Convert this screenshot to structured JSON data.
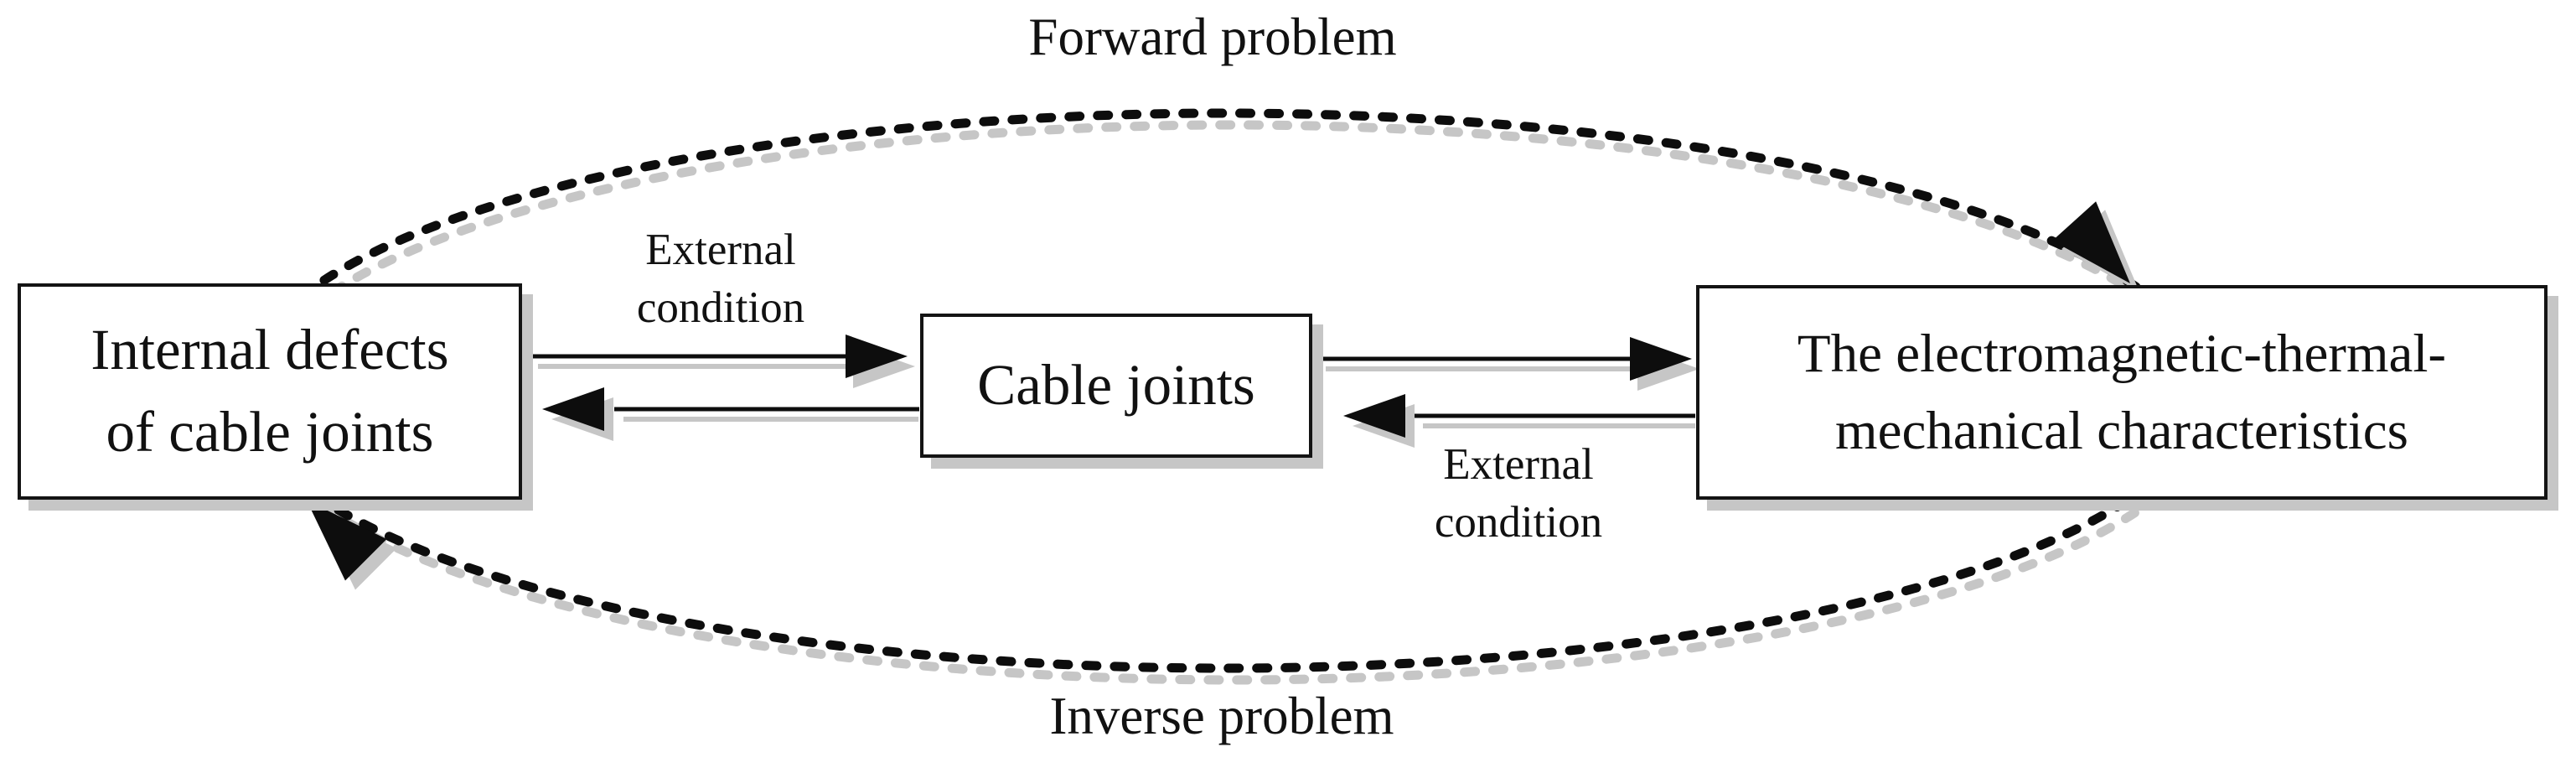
{
  "diagram": {
    "top_arc_label": "Forward problem",
    "bottom_arc_label": "Inverse problem",
    "boxes": {
      "left": {
        "line1": "Internal defects",
        "line2": "of cable joints"
      },
      "center": {
        "label": "Cable joints"
      },
      "right": {
        "line1": "The electromagnetic-thermal-",
        "line2": "mechanical characteristics"
      }
    },
    "arrow_labels": {
      "left": {
        "line1": "External",
        "line2": "condition"
      },
      "right": {
        "line1": "External",
        "line2": "condition"
      }
    },
    "colors": {
      "ink": "#141414",
      "shadow_gray": "#c6c6c6",
      "background": "#ffffff"
    }
  }
}
